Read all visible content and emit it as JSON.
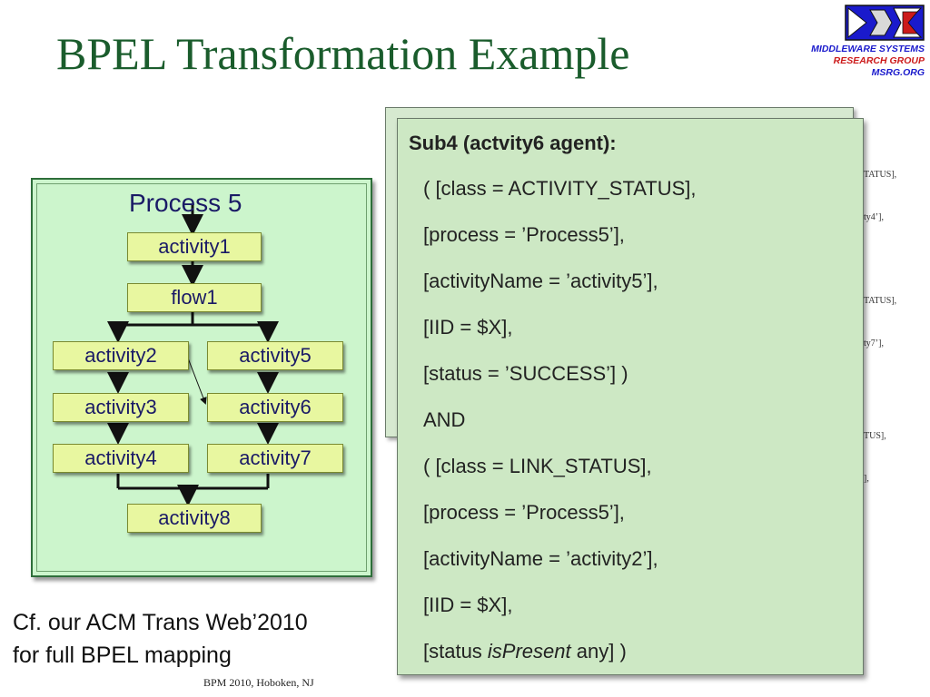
{
  "title": "BPEL Transformation Example",
  "logo": {
    "line1": "MIDDLEWARE SYSTEMS",
    "line2": "RESEARCH GROUP",
    "line3": "MSRG.ORG"
  },
  "process": {
    "title": "Process 5",
    "activities": {
      "activity1": "activity1",
      "flow1": "flow1",
      "activity2": "activity2",
      "activity3": "activity3",
      "activity4": "activity4",
      "activity5": "activity5",
      "activity6": "activity6",
      "activity7": "activity7",
      "activity8": "activity8"
    }
  },
  "back_panel_fragments": [
    "TATUS],",
    "ty4’],",
    "TATUS],",
    "ty7’],",
    "TUS],",
    "],"
  ],
  "sub4": {
    "heading": "Sub4 (actvity6 agent):",
    "lines": [
      "( [class = ACTIVITY_STATUS],",
      "[process = ’Process5’],",
      "[activityName = ’activity5’],",
      "[IID = $X],",
      "[status = ’SUCCESS’] )",
      "AND",
      "( [class = LINK_STATUS],",
      "[process = ’Process5’],",
      "[activityName = ’activity2’],",
      "[IID = $X],"
    ],
    "last_line_prefix": "[status ",
    "last_line_italic": "isPresent",
    "last_line_suffix": " any] )"
  },
  "reference": {
    "line1": "Cf. our ACM Trans Web’2010",
    "line2": "for full BPEL mapping"
  },
  "footer": "BPM 2010, Hoboken, NJ",
  "colors": {
    "title": "#1a5c2c",
    "process_bg": "#ccf5cc",
    "activity_bg": "#e8f7a0",
    "activity_text": "#1a1a66",
    "sub_panel_bg": "#cde8c4"
  }
}
